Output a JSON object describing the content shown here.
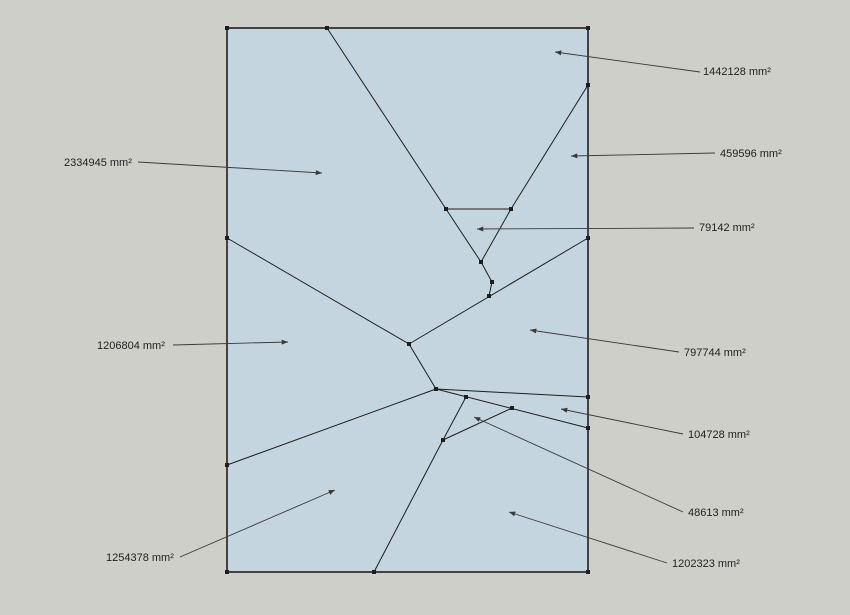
{
  "colors": {
    "background": "#cfcfca",
    "region_fill": "#c5d5df",
    "edge_stroke": "#1e1e1e",
    "leader_stroke": "#3a3a3a"
  },
  "area_labels": [
    {
      "id": "top-right-region",
      "text": "1442128 mm²"
    },
    {
      "id": "right-upper-region",
      "text": "459596 mm²"
    },
    {
      "id": "upper-left-region",
      "text": "2334945 mm²"
    },
    {
      "id": "small-triangle-region",
      "text": "79142 mm²"
    },
    {
      "id": "left-middle-region",
      "text": "1206804 mm²"
    },
    {
      "id": "right-middle-region",
      "text": "797744 mm²"
    },
    {
      "id": "right-strip-region",
      "text": "104728 mm²"
    },
    {
      "id": "small-wedge-region",
      "text": "48613 mm²"
    },
    {
      "id": "bottom-left-region",
      "text": "1254378 mm²"
    },
    {
      "id": "bottom-right-region",
      "text": "1202323 mm²"
    }
  ]
}
